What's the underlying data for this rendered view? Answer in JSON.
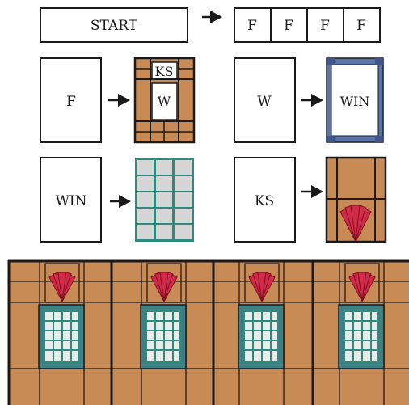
{
  "labels": {
    "start": "START",
    "f": "F",
    "w": "W",
    "ks": "KS",
    "win": "WIN"
  },
  "rules": [
    {
      "lhs": "START",
      "rhs": [
        "F",
        "F",
        "F",
        "F"
      ]
    },
    {
      "lhs": "F",
      "rhs": [
        "KS",
        "W"
      ]
    },
    {
      "lhs": "W",
      "rhs": [
        "WIN"
      ]
    },
    {
      "lhs": "WIN",
      "rhs": [
        "window-grid"
      ]
    },
    {
      "lhs": "KS",
      "rhs": [
        "keystone-fan"
      ]
    }
  ],
  "facade": {
    "bays": 4
  },
  "colors": {
    "brick": "#c98b56",
    "frame_dark": "#2a2a2a",
    "win_blue": "#5b74a8",
    "grid_teal": "#2f8a7e",
    "pane_gray": "#d6d6d6",
    "keystone_red": "#d42a4a",
    "mortar": "#3a2a1e"
  }
}
